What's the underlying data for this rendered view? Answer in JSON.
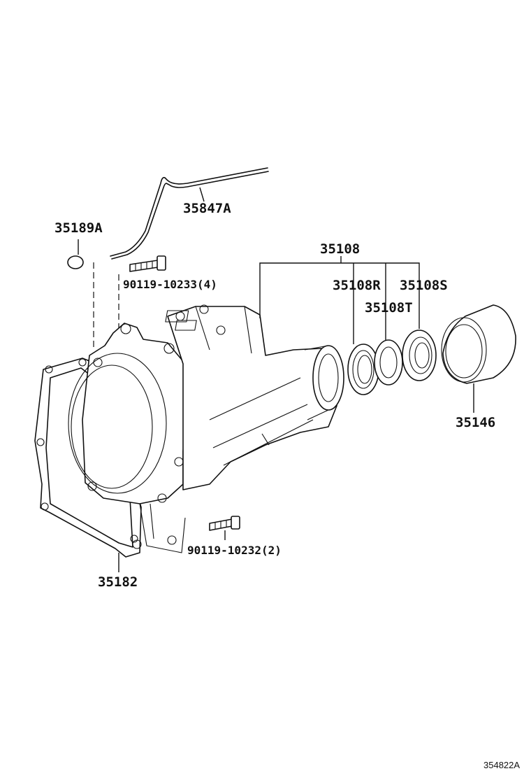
{
  "diagram": {
    "reference_code": "354822A",
    "parts": [
      {
        "id": "p-35847a",
        "label": "35847A"
      },
      {
        "id": "p-35189a",
        "label": "35189A"
      },
      {
        "id": "p-bolt-upper",
        "label": "90119-10233(4)"
      },
      {
        "id": "p-35108",
        "label": "35108"
      },
      {
        "id": "p-35108r",
        "label": "35108R"
      },
      {
        "id": "p-35108s",
        "label": "35108S"
      },
      {
        "id": "p-35108t",
        "label": "35108T"
      },
      {
        "id": "p-35146",
        "label": "35146"
      },
      {
        "id": "p-bolt-lower",
        "label": "90119-10232(2)"
      },
      {
        "id": "p-35182",
        "label": "35182"
      }
    ]
  }
}
